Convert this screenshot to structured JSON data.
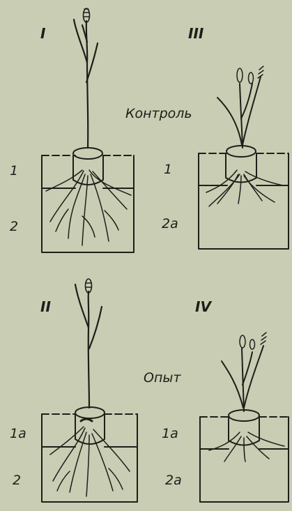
{
  "figure": {
    "plants": [
      {
        "id": "I",
        "label": "I",
        "top_layer": "1",
        "bottom_layer": "2"
      },
      {
        "id": "III",
        "label": "III",
        "top_layer": "1",
        "bottom_layer": "2a"
      },
      {
        "id": "II",
        "label": "II",
        "top_layer": "1a",
        "bottom_layer": "2"
      },
      {
        "id": "IV",
        "label": "IV",
        "top_layer": "1a",
        "bottom_layer": "2a"
      }
    ],
    "captions": {
      "control": "Контроль",
      "experiment": "Опыт"
    }
  },
  "colors": {
    "background": "#c9cdb3",
    "ink": "#1e1e1a"
  }
}
